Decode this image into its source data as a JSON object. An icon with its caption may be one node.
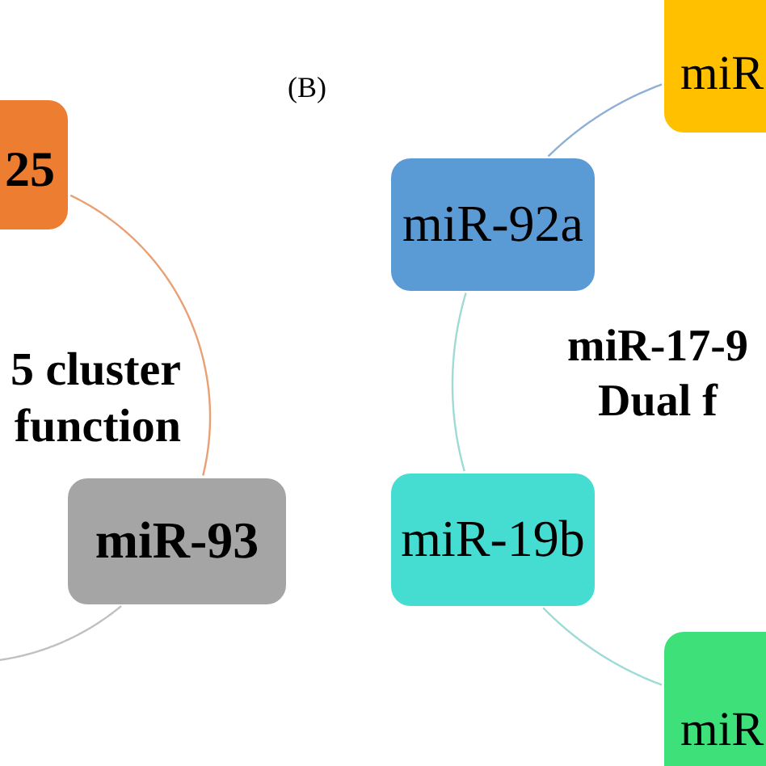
{
  "diagram": {
    "nodes": [
      {
        "text": [
          "25"
        ]
      },
      {
        "text": [
          "5 cluster function"
        ]
      },
      {
        "text": [
          "miR-93"
        ]
      },
      {
        "text": [
          "miR"
        ]
      },
      {
        "text": [
          "miR-92a"
        ]
      },
      {
        "text": [
          "miR-17-9 Dual f"
        ]
      },
      {
        "text": [
          "miR-19b"
        ]
      },
      {
        "text": [
          "miR"
        ]
      }
    ],
    "edges": [
      {
        "from": 0,
        "to": 2,
        "arrow": "none",
        "color": "#e9a074"
      },
      {
        "from": 2,
        "to": null,
        "arrow": "none",
        "color": "#c0c0c0"
      },
      {
        "from": 3,
        "to": 4,
        "arrow": "none",
        "color": "#8fb0d4"
      },
      {
        "from": 4,
        "to": 6,
        "arrow": "none",
        "color": "#9edbd6"
      },
      {
        "from": 6,
        "to": 7,
        "arrow": "none",
        "color": "#9edbd6"
      }
    ],
    "labels": [
      "(B)"
    ]
  }
}
